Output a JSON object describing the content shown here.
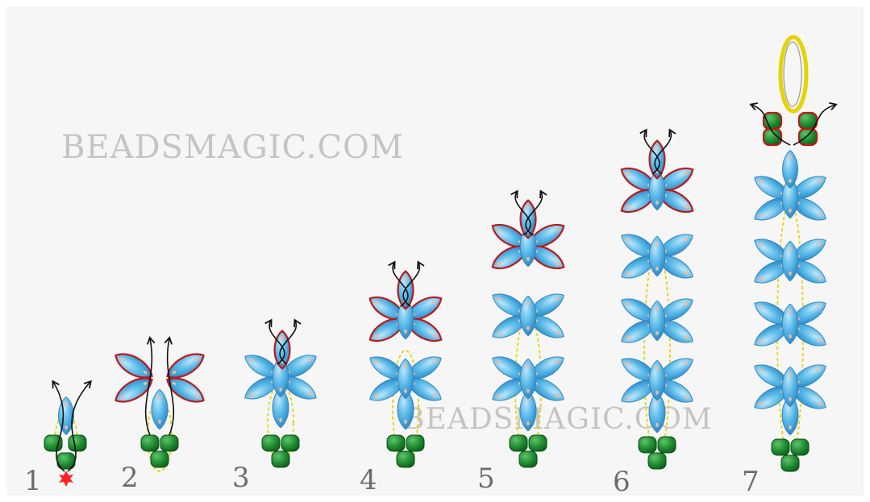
{
  "watermarks": [
    "BEADSMAGIC.COM",
    "BEADSMAGIC.COM"
  ],
  "step_labels": [
    "1",
    "2",
    "3",
    "4",
    "5",
    "6",
    "7"
  ],
  "colors": {
    "background": "#f6f6f6",
    "blue_bead": "#4fb2e6",
    "green_bead": "#157a26",
    "new_bead_outline": "#c01818",
    "thread_path": "#e6d500",
    "thread_arrows": "#111111",
    "clasp": "#e6d300",
    "start_marker": "#ff2020"
  },
  "icons": [
    "start-star-icon",
    "clasp-ring-icon"
  ]
}
